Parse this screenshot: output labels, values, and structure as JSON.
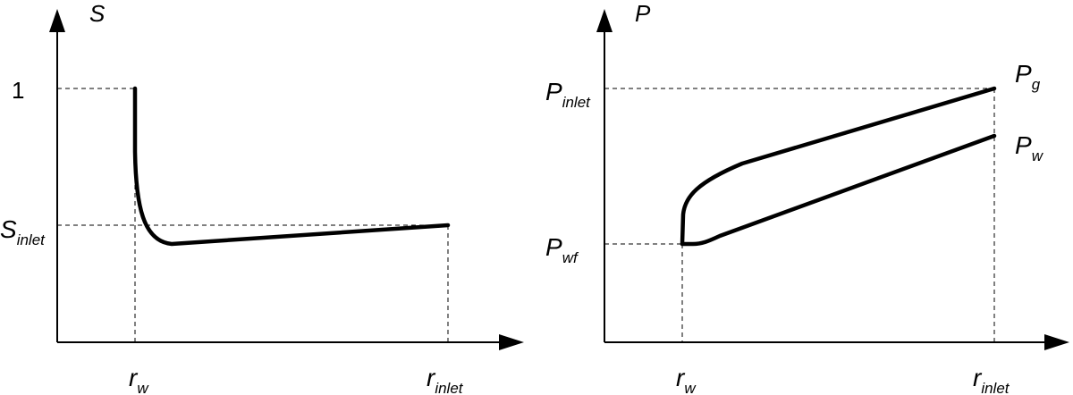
{
  "left_chart": {
    "y_axis_label": "S",
    "tick_one": "1",
    "s_inlet": {
      "base": "S",
      "sub": "inlet"
    },
    "r_w": {
      "base": "r",
      "sub": "w"
    },
    "r_inlet": {
      "base": "r",
      "sub": "inlet"
    }
  },
  "right_chart": {
    "y_axis_label": "P",
    "p_inlet": {
      "base": "P",
      "sub": "inlet"
    },
    "p_wf": {
      "base": "P",
      "sub": "wf"
    },
    "p_g": {
      "base": "P",
      "sub": "g"
    },
    "p_w": {
      "base": "P",
      "sub": "w"
    },
    "r_w": {
      "base": "r",
      "sub": "w"
    },
    "r_inlet": {
      "base": "r",
      "sub": "inlet"
    }
  }
}
